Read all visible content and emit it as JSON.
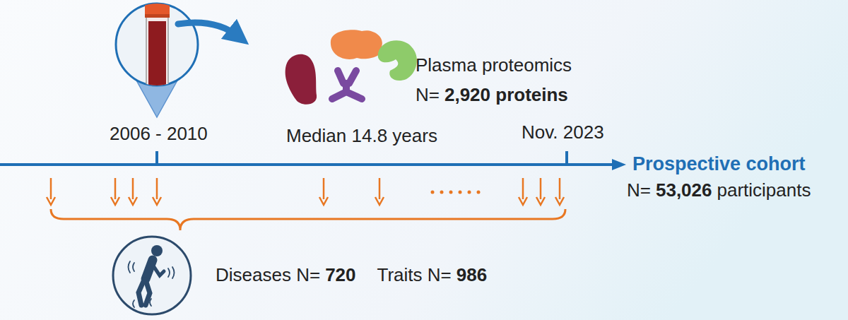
{
  "diagram": {
    "labels": [
      "Plasma proteomics",
      "N=",
      "2,920 proteins",
      "2006 - 2010",
      "Median 14.8 years",
      "Nov. 2023",
      "Prospective cohort",
      "N=",
      "53,026",
      "participants",
      "Diseases N=",
      "720",
      "Traits N=",
      "986"
    ]
  }
}
